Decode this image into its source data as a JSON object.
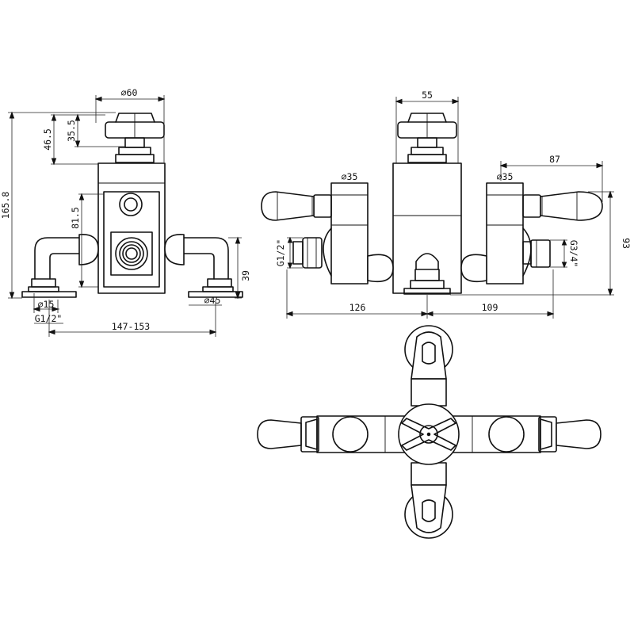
{
  "dimensions": {
    "side": {
      "d60": "⌀60",
      "h465": "46.5",
      "h355": "35.5",
      "h1658": "165.8",
      "h815": "81.5",
      "h39": "39",
      "d15": "⌀15",
      "g12": "G1/2\"",
      "d45": "⌀45",
      "w147153": "147-153"
    },
    "front": {
      "w55": "55",
      "d35left": "⌀35",
      "d35right": "⌀35",
      "w87": "87",
      "h93": "93",
      "g12": "G1/2\"",
      "g34": "G3/4\"",
      "w126": "126",
      "w109": "109"
    }
  }
}
